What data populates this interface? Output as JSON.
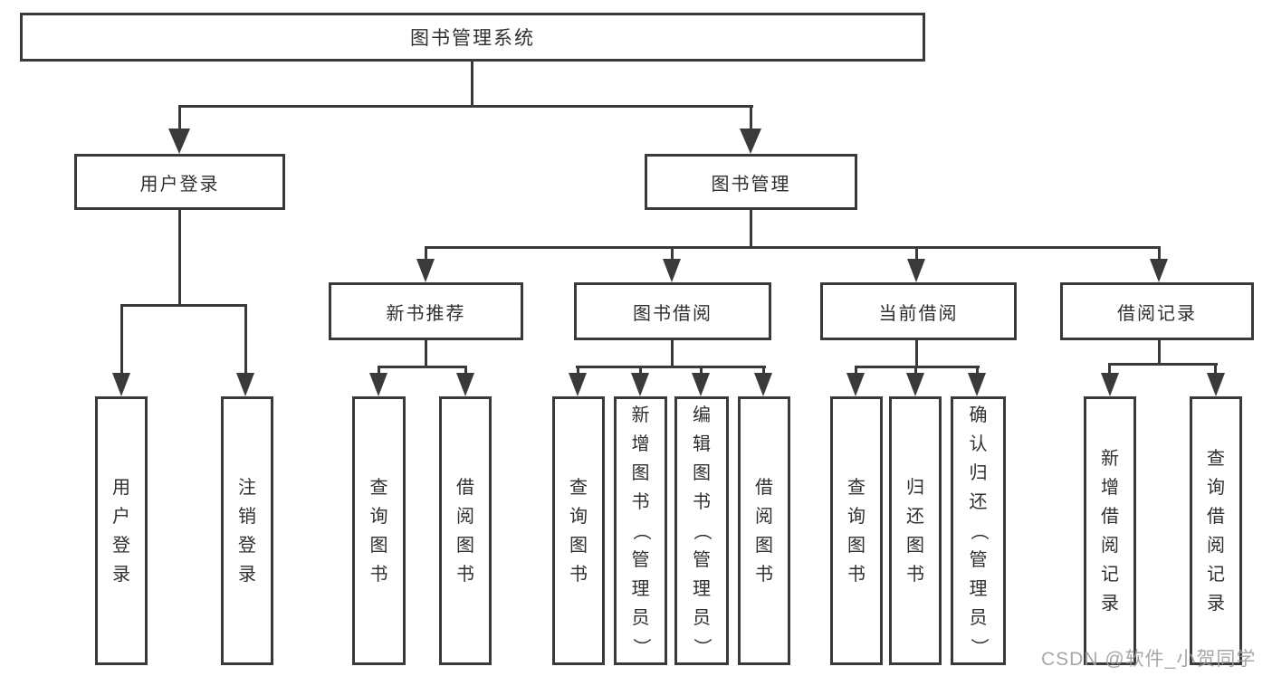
{
  "diagram": {
    "root": {
      "label": "图书管理系统"
    },
    "level2": [
      {
        "label": "用户登录"
      },
      {
        "label": "图书管理"
      }
    ],
    "level3": [
      {
        "label": "新书推荐"
      },
      {
        "label": "图书借阅"
      },
      {
        "label": "当前借阅"
      },
      {
        "label": "借阅记录"
      }
    ],
    "leaves": {
      "user_login": [
        "用户登录",
        "注销登录"
      ],
      "new_book": [
        "查询图书",
        "借阅图书"
      ],
      "borrow": [
        "查询图书",
        "新增图书（管理员）",
        "编辑图书（管理员）",
        "借阅图书"
      ],
      "current": [
        "查询图书",
        "归还图书",
        "确认归还（管理员）"
      ],
      "records": [
        "新增借阅记录",
        "查询借阅记录"
      ]
    }
  },
  "watermark": {
    "text": "CSDN @软件_小贺同学"
  },
  "colors": {
    "line": "#3a3a3a",
    "text": "#2f2f2f",
    "watermark": "#9e9e9e",
    "background": "#ffffff"
  }
}
